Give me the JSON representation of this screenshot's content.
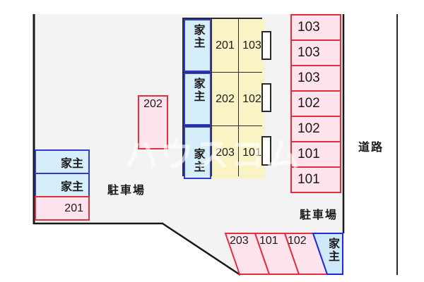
{
  "diagram": {
    "watermark": "ハウスコム",
    "area_labels": {
      "parking_left": "駐車場",
      "parking_right": "駐車場",
      "road": "道路"
    },
    "building": {
      "rows": [
        {
          "owner": "家主",
          "left_unit": "201",
          "right_unit": "103"
        },
        {
          "owner": "家主",
          "left_unit": "202",
          "right_unit": "102"
        },
        {
          "owner": "家主",
          "left_unit": "203",
          "right_unit": "101"
        }
      ]
    },
    "left_stack": {
      "cells": [
        {
          "label": "家主",
          "type": "owner"
        },
        {
          "label": "家主",
          "type": "owner"
        },
        {
          "label": "201",
          "type": "space"
        }
      ]
    },
    "standalone_space": {
      "label": "202"
    },
    "right_column": {
      "cells": [
        "103",
        "103",
        "103",
        "102",
        "102",
        "101",
        "101"
      ]
    },
    "bottom_row": {
      "cells": [
        {
          "label": "203",
          "type": "space"
        },
        {
          "label": "101",
          "type": "space"
        },
        {
          "label": "102",
          "type": "space"
        },
        {
          "label": "家主",
          "type": "owner"
        }
      ]
    },
    "colors": {
      "lot_fill": "#f3f3f3",
      "owner_fill": "#d6edfa",
      "owner_border": "#2f3bd0",
      "unit_fill": "#faf3c6",
      "space_fill": "#fce3ee",
      "space_border": "#e0303c",
      "boundary": "#1a1a1a"
    }
  }
}
